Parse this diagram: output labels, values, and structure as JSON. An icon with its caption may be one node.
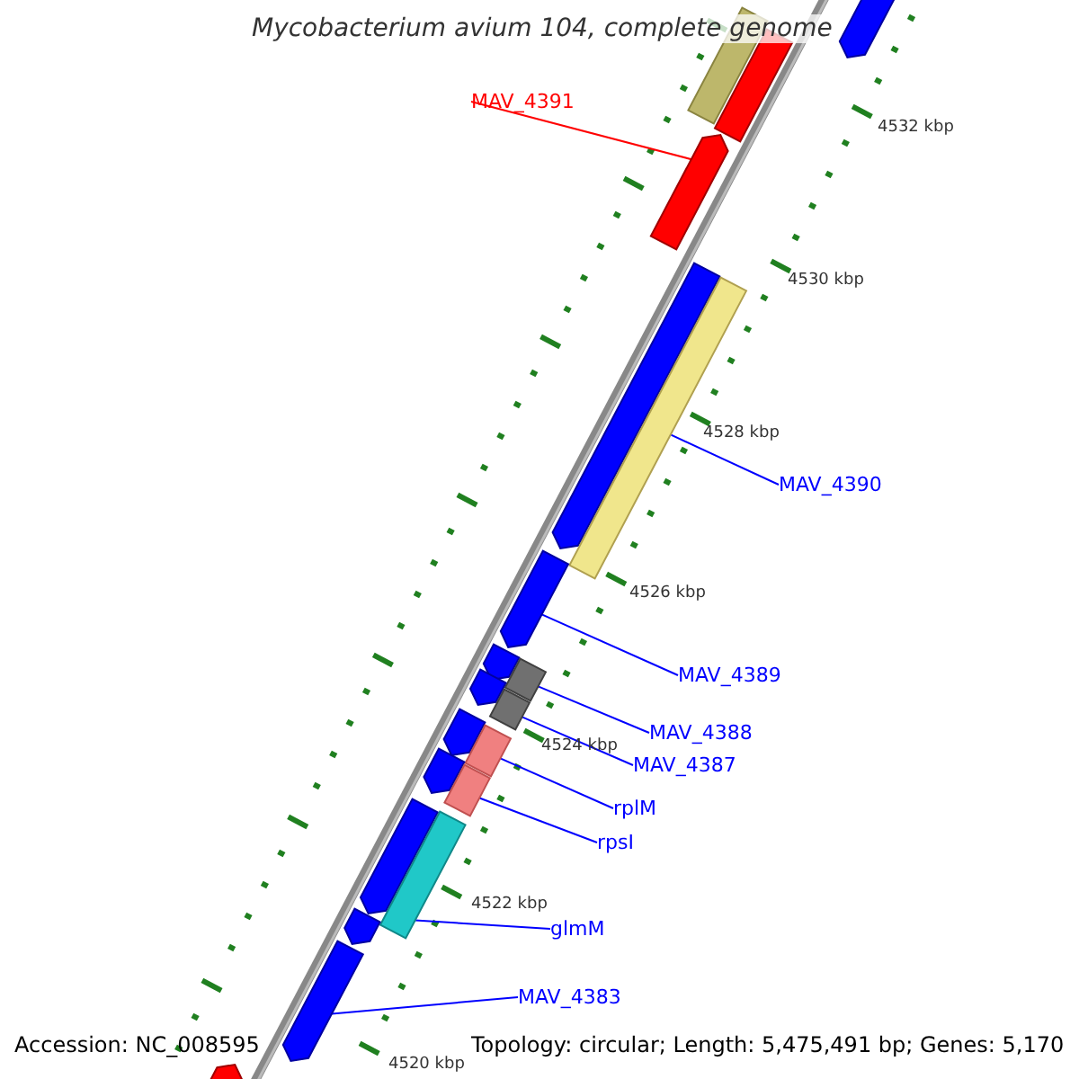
{
  "diagram": {
    "title": "Mycobacterium avium 104, complete genome",
    "nodes": [
      {
        "text": [],
        "shape": "bar"
      },
      {
        "text": [],
        "shape": "bar"
      },
      {
        "text": [],
        "shape": "bar"
      },
      {
        "text": [
          "MAV_4391"
        ]
      },
      {
        "text": [],
        "shape": "bar"
      },
      {
        "text": [],
        "shape": "bar"
      },
      {
        "text": [],
        "shape": "bar"
      },
      {
        "text": [
          "MAV_4390"
        ]
      },
      {
        "text": [],
        "shape": "bar"
      },
      {
        "text": [
          "MAV_4389"
        ]
      },
      {
        "text": [],
        "shape": "bar"
      },
      {
        "text": [],
        "shape": "bar"
      },
      {
        "text": [],
        "shape": "bar"
      },
      {
        "text": [
          "MAV_4388"
        ]
      },
      {
        "text": [],
        "shape": "bar"
      },
      {
        "text": [
          "MAV_4387"
        ]
      },
      {
        "text": [],
        "shape": "bar"
      },
      {
        "text": [],
        "shape": "bar"
      },
      {
        "text": [],
        "shape": "bar"
      },
      {
        "text": [
          "rplM"
        ]
      },
      {
        "text": [],
        "shape": "bar"
      },
      {
        "text": [
          "rpsI"
        ]
      },
      {
        "text": [],
        "shape": "bar"
      },
      {
        "text": [],
        "shape": "bar"
      },
      {
        "text": [
          "glmM"
        ]
      },
      {
        "text": [],
        "shape": "bar"
      },
      {
        "text": [
          "MAV_4383"
        ]
      },
      {
        "text": [],
        "shape": "bar"
      },
      {
        "text": [],
        "shape": "bar"
      }
    ],
    "edges": [
      {
        "from": 3,
        "to": 4,
        "arrow": "none",
        "color": "#ff0000"
      },
      {
        "from": 7,
        "to": 6,
        "arrow": "none"
      },
      {
        "from": 9,
        "to": 8,
        "arrow": "none"
      },
      {
        "from": 13,
        "to": 11,
        "arrow": "none"
      },
      {
        "from": 15,
        "to": 14,
        "arrow": "none"
      },
      {
        "from": 19,
        "to": 17,
        "arrow": "none"
      },
      {
        "from": 21,
        "to": 20,
        "arrow": "none"
      },
      {
        "from": 24,
        "to": 23,
        "arrow": "none"
      },
      {
        "from": 26,
        "to": 27,
        "arrow": "none"
      }
    ],
    "labels": [
      "4532 kbp",
      "4530 kbp",
      "4528 kbp",
      "4526 kbp",
      "4524 kbp",
      "4522 kbp",
      "Accession: NC_008595",
      "Topology: circular; Length: 5,475,491 bp; Genes: 5,170",
      "4520 kbp"
    ]
  }
}
